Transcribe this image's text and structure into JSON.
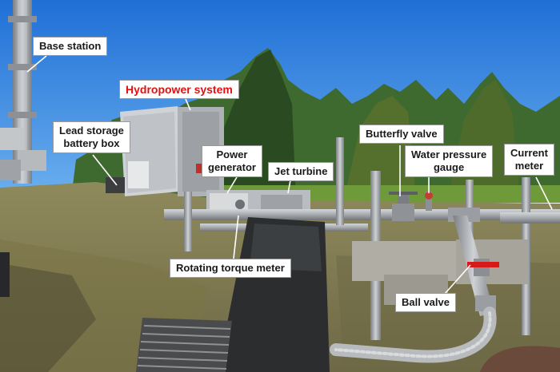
{
  "labels": {
    "base_station": "Base station",
    "hydropower_system": "Hydropower system",
    "lead_storage_line1": "Lead storage",
    "lead_storage_line2": "battery box",
    "power_generator_line1": "Power",
    "power_generator_line2": "generator",
    "jet_turbine": "Jet turbine",
    "butterfly_valve": "Butterfly valve",
    "water_pressure_line1": "Water pressure",
    "water_pressure_line2": "gauge",
    "current_meter_line1": "Current",
    "current_meter_line2": "meter",
    "rotating_torque_meter": "Rotating torque meter",
    "ball_valve": "Ball valve"
  },
  "colors": {
    "sky_top": "#1f6fd6",
    "sky_bottom": "#5aa3ec",
    "highlight_label": "#e01010",
    "pipe": "#a8acb0",
    "cover": "#2a2c2e",
    "grass": "#8c8a5a"
  }
}
